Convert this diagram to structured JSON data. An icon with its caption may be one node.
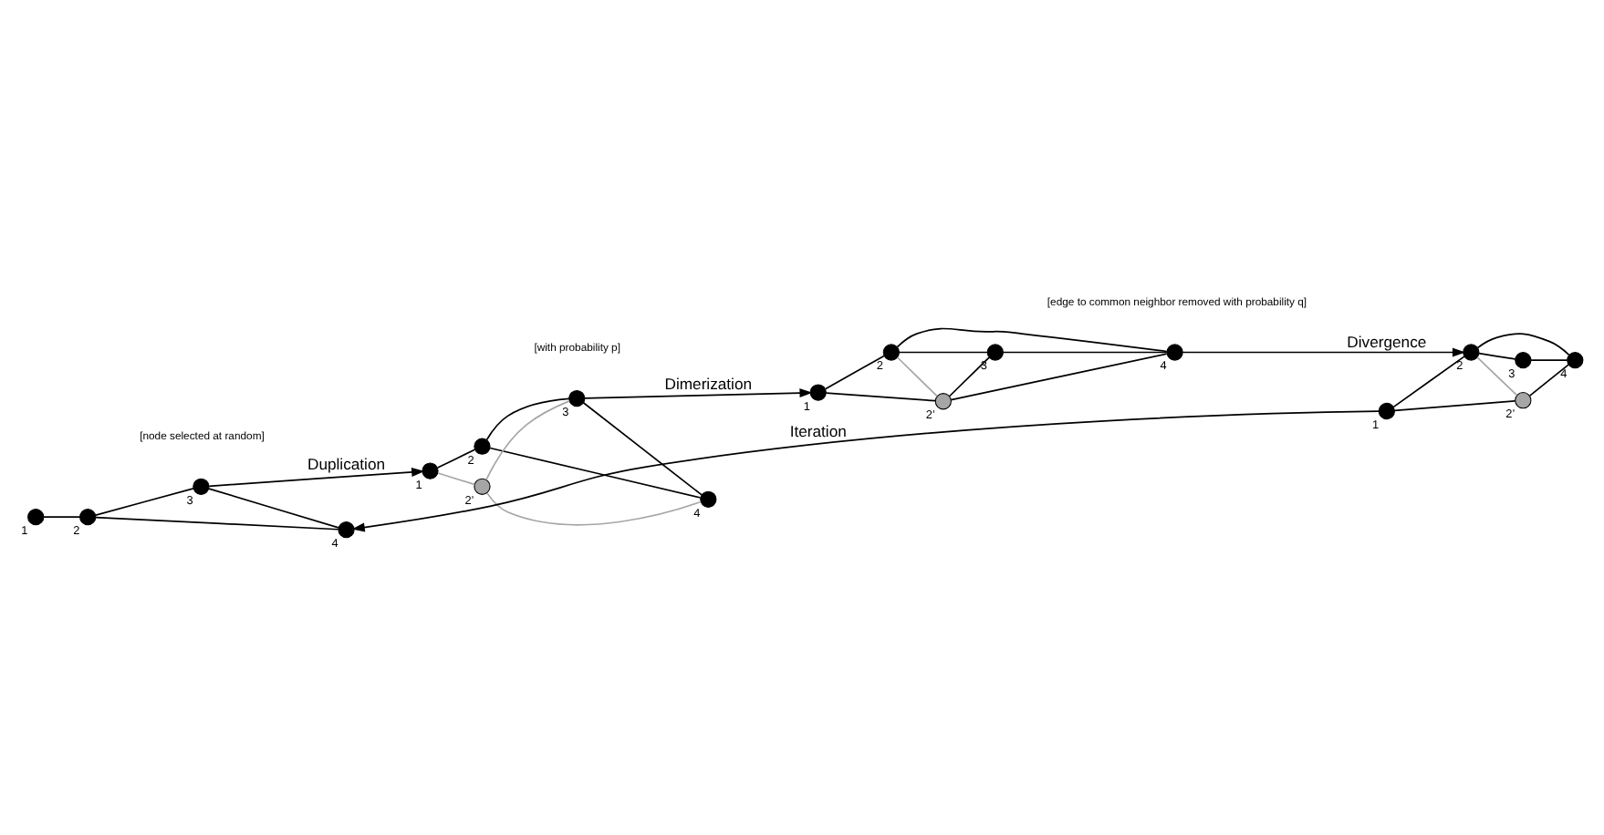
{
  "diagram": {
    "nodes": [
      {
        "text": [],
        "shape": "circle",
        "beside": [
          "1"
        ]
      },
      {
        "text": [],
        "shape": "circle",
        "beside": [
          "2"
        ]
      },
      {
        "text": [],
        "shape": "circle",
        "beside": [
          "3"
        ]
      },
      {
        "text": [],
        "shape": "circle",
        "beside": [
          "4"
        ]
      },
      {
        "text": [],
        "shape": "circle",
        "beside": [
          "1"
        ]
      },
      {
        "text": [],
        "shape": "circle",
        "beside": [
          "2"
        ]
      },
      {
        "text": [],
        "shape": "circle",
        "beside": [
          "3"
        ]
      },
      {
        "text": [],
        "shape": "circle",
        "beside": [
          "2’"
        ]
      },
      {
        "text": [],
        "shape": "circle",
        "beside": [
          "4"
        ]
      },
      {
        "text": [],
        "shape": "circle",
        "beside": [
          "1"
        ]
      },
      {
        "text": [],
        "shape": "circle",
        "beside": [
          "2"
        ]
      },
      {
        "text": [],
        "shape": "circle",
        "beside": [
          "3"
        ]
      },
      {
        "text": [],
        "shape": "circle",
        "beside": [
          "2’"
        ]
      },
      {
        "text": [],
        "shape": "circle",
        "beside": [
          "4"
        ]
      },
      {
        "text": [],
        "shape": "circle",
        "beside": [
          "1"
        ]
      },
      {
        "text": [],
        "shape": "circle",
        "beside": [
          "2"
        ]
      },
      {
        "text": [],
        "shape": "circle",
        "beside": [
          "3"
        ]
      },
      {
        "text": [],
        "shape": "circle",
        "beside": [
          "2’"
        ]
      },
      {
        "text": [],
        "shape": "circle",
        "beside": [
          "4"
        ]
      }
    ],
    "edges": [
      {
        "from": 0,
        "to": 1,
        "arrow": "none"
      },
      {
        "from": 1,
        "to": 2,
        "arrow": "none"
      },
      {
        "from": 1,
        "to": 3,
        "arrow": "none"
      },
      {
        "from": 2,
        "to": 3,
        "arrow": "none"
      },
      {
        "from": 2,
        "to": 4,
        "arrow": "to",
        "label": "Duplication"
      },
      {
        "from": 4,
        "to": 5,
        "arrow": "none"
      },
      {
        "from": 5,
        "to": 6,
        "arrow": "none"
      },
      {
        "from": 5,
        "to": 8,
        "arrow": "none"
      },
      {
        "from": 6,
        "to": 8,
        "arrow": "none"
      },
      {
        "from": 4,
        "to": 7,
        "arrow": "none",
        "color": "#a6a6a6"
      },
      {
        "from": 7,
        "to": 6,
        "arrow": "none",
        "color": "#a6a6a6"
      },
      {
        "from": 7,
        "to": 8,
        "arrow": "none",
        "color": "#a6a6a6"
      },
      {
        "from": 6,
        "to": 9,
        "arrow": "to",
        "label": "Dimerization"
      },
      {
        "from": 9,
        "to": 10,
        "arrow": "none"
      },
      {
        "from": 10,
        "to": 11,
        "arrow": "none"
      },
      {
        "from": 10,
        "to": 13,
        "arrow": "none"
      },
      {
        "from": 11,
        "to": 13,
        "arrow": "none"
      },
      {
        "from": 9,
        "to": 12,
        "arrow": "none"
      },
      {
        "from": 12,
        "to": 11,
        "arrow": "none"
      },
      {
        "from": 12,
        "to": 13,
        "arrow": "none"
      },
      {
        "from": 10,
        "to": 12,
        "arrow": "none",
        "color": "#a6a6a6"
      },
      {
        "from": 13,
        "to": 15,
        "arrow": "to",
        "label": "Divergence"
      },
      {
        "from": 14,
        "to": 15,
        "arrow": "none"
      },
      {
        "from": 15,
        "to": 16,
        "arrow": "none"
      },
      {
        "from": 15,
        "to": 18,
        "arrow": "none"
      },
      {
        "from": 16,
        "to": 18,
        "arrow": "none"
      },
      {
        "from": 14,
        "to": 17,
        "arrow": "none"
      },
      {
        "from": 17,
        "to": 18,
        "arrow": "none"
      },
      {
        "from": 15,
        "to": 17,
        "arrow": "none",
        "color": "#a6a6a6"
      },
      {
        "from": 14,
        "to": 3,
        "arrow": "to",
        "label": "Iteration"
      }
    ],
    "labels": [
      "[node selected at random]",
      "[with probability p]",
      "[edge to common neighbor removed with probability q]"
    ]
  }
}
